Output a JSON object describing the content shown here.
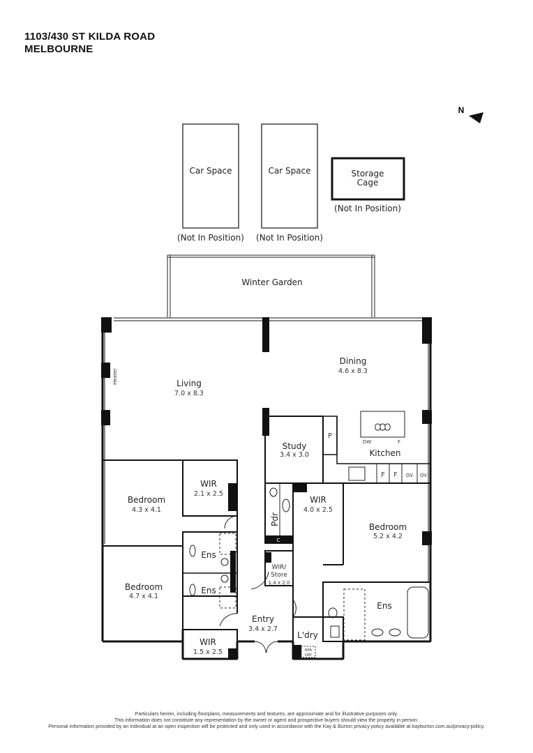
{
  "header": {
    "line1": "1103/430 ST KILDA ROAD",
    "line2": "MELBOURNE"
  },
  "compass": {
    "label": "N",
    "icon": "north-arrow-icon"
  },
  "parking": [
    {
      "name": "Car Space",
      "note": "(Not In Position)"
    },
    {
      "name": "Car Space",
      "note": "(Not In Position)"
    }
  ],
  "storage": {
    "line1": "Storage",
    "line2": "Cage",
    "note": "(Not In Position)"
  },
  "rooms": {
    "winter_garden": {
      "name": "Winter Garden"
    },
    "living": {
      "name": "Living",
      "dim": "7.0 x 8.3"
    },
    "heater": {
      "name": "Heater"
    },
    "dining": {
      "name": "Dining",
      "dim": "4.6 x 8.3"
    },
    "study": {
      "name": "Study",
      "dim": "3.4 x 3.0"
    },
    "kitchen": {
      "name": "Kitchen",
      "pantry": "P",
      "dw": "DW",
      "f": "F",
      "fridge1": "F",
      "fridge2": "F",
      "oven1": "OV",
      "oven2": "OV"
    },
    "bedroom1": {
      "name": "Bedroom",
      "dim": "4.3 x 4.1"
    },
    "wir1": {
      "name": "WIR",
      "dim": "2.1 x 2.5"
    },
    "ens1": {
      "name": "Ens"
    },
    "ens2": {
      "name": "Ens"
    },
    "bedroom2": {
      "name": "Bedroom",
      "dim": "4.7 x 4.1"
    },
    "wir2": {
      "name": "WIR",
      "dim": "1.5 x 2.5"
    },
    "pdr": {
      "name": "Pdr"
    },
    "cupboard": {
      "name": "C"
    },
    "wir3": {
      "name": "WIR",
      "dim": "4.0 x 2.5"
    },
    "wir_store": {
      "line1": "WIR/",
      "line2": "Store",
      "dim": "1.4 x 2.0"
    },
    "bedroom3": {
      "name": "Bedroom",
      "dim": "5.2 x 4.2"
    },
    "ens3": {
      "name": "Ens"
    },
    "entry": {
      "name": "Entry",
      "dim": "3.4 x 2.7"
    },
    "laundry": {
      "name": "L'dry",
      "wm": "WM/",
      "dry": "DRY"
    }
  },
  "footer": [
    "Particulars herein, including floorplans, measurements and textures, are approximate and for illustrative purposes only.",
    "This information does not constitute any representation by the owner or agent and prospective buyers should view the property in person.",
    "Personal information provided by an individual at an open inspection will be protected and only used in accordance with the Kay & Burton privacy policy available at kayburton.com.au/privacy-policy."
  ]
}
